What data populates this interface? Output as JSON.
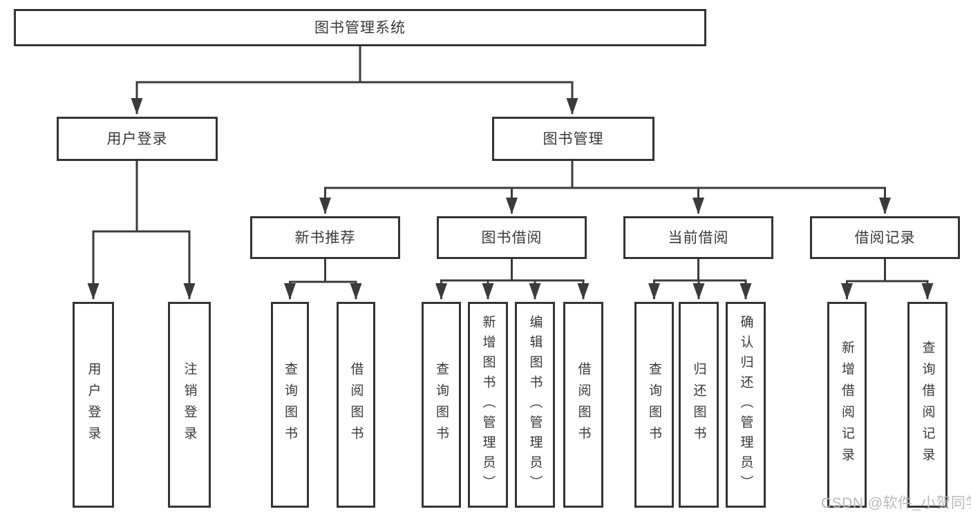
{
  "title": "图书管理系统",
  "nodes": {
    "root": "图书管理系统",
    "userLogin": "用户登录",
    "bookMgmt": "图书管理",
    "newBookRec": "新书推荐",
    "bookBorrow": "图书借阅",
    "currentBorrow": "当前借阅",
    "borrowRecord": "借阅记录",
    "leafUserLogin": "用户登录",
    "leafLogout": "注销登录",
    "leafQueryBook1": "查询图书",
    "leafBorrowBook1": "借阅图书",
    "leafQueryBook2": "查询图书",
    "leafAddBookAdmin": "新增图书（管理员）",
    "leafEditBookAdmin": "编辑图书（管理员）",
    "leafBorrowBook2": "借阅图书",
    "leafQueryBook3": "查询图书",
    "leafReturnBook": "归还图书",
    "leafConfirmReturnAdmin": "确认归还（管理员）",
    "leafAddBorrowRecord": "新增借阅记录",
    "leafQueryBorrowRecord": "查询借阅记录"
  },
  "hierarchy": {
    "图书管理系统": [
      "用户登录",
      "图书管理"
    ],
    "用户登录": [
      "用户登录",
      "注销登录"
    ],
    "图书管理": [
      "新书推荐",
      "图书借阅",
      "当前借阅",
      "借阅记录"
    ],
    "新书推荐": [
      "查询图书",
      "借阅图书"
    ],
    "图书借阅": [
      "查询图书",
      "新增图书（管理员）",
      "编辑图书（管理员）",
      "借阅图书"
    ],
    "当前借阅": [
      "查询图书",
      "归还图书",
      "确认归还（管理员）"
    ],
    "借阅记录": [
      "新增借阅记录",
      "查询借阅记录"
    ]
  },
  "watermark": "CSDN @软件_小贺同学",
  "colors": {
    "background": "#ffffff",
    "box_border": "#343434",
    "line": "#3b3b3b",
    "text": "#393939",
    "watermark": "#b9b9b9"
  }
}
